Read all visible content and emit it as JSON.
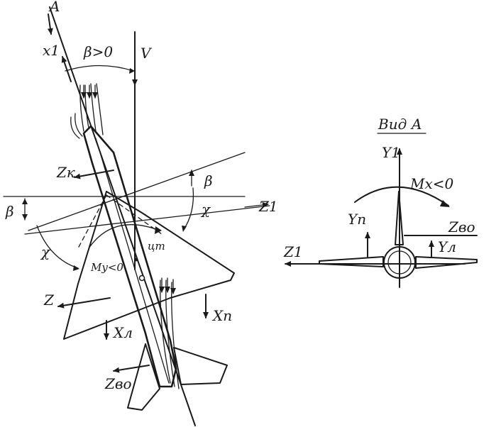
{
  "left_view": {
    "labels": {
      "axis_a": "A",
      "axis_x1": "x1",
      "beta_positive": "β>0",
      "velocity": "V",
      "side_force_zk": "Zк",
      "beta_right": "β",
      "beta_left": "β",
      "z1": "Z1",
      "chi_right": "χ",
      "chi_left": "χ",
      "center_of_mass": "цт",
      "moment_my": "My<0",
      "z": "Z",
      "xp": "Xп",
      "xl": "Xл",
      "zvo": "Zво"
    }
  },
  "right_view": {
    "title": "Вид А",
    "labels": {
      "y1": "Y1",
      "moment_mx": "Mx<0",
      "yp": "Yп",
      "zvo": "Zво",
      "yl": "Yл",
      "z1": "Z1"
    }
  }
}
